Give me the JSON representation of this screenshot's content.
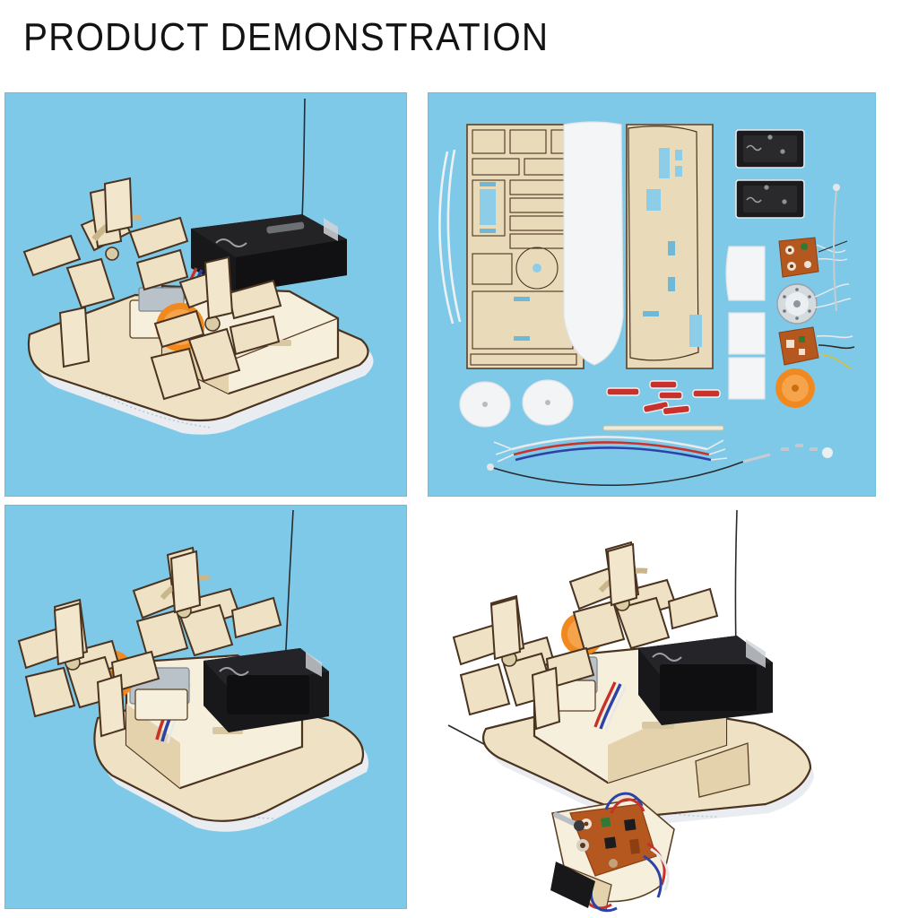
{
  "header": {
    "title": "PRODUCT DEMONSTRATION",
    "title_color": "#131313"
  },
  "layout": {
    "background": "#ffffff",
    "panel_background": "#7fc9e8",
    "panel_count": 4,
    "grid": "2x2"
  },
  "panels": [
    {
      "id": "panel-assembled-boat-angled",
      "position": "top-left",
      "background": "#7fc9e8",
      "caption": "Assembled wooden paddle-wheel boat, three-quarter view",
      "subject": "assembled-boat",
      "features": [
        "twin wooden paddle wheels",
        "black double-AA battery holder",
        "orange drive gear",
        "white foam hull",
        "thin wire antenna",
        "red and blue motor wires"
      ]
    },
    {
      "id": "panel-parts-kit",
      "position": "top-right",
      "background": "#7fc9e8",
      "caption": "Flat lay of all unassembled kit components",
      "subject": "parts-kit",
      "parts": [
        {
          "name": "laser-cut plywood sheet",
          "qty": 2,
          "color": "#e8d9b8"
        },
        {
          "name": "white foam hull blank",
          "qty": 1,
          "color": "#f2f4f6"
        },
        {
          "name": "battery holder",
          "qty": 2,
          "color": "#18181a"
        },
        {
          "name": "receiver circuit board",
          "qty": 1,
          "color": "#b4581f"
        },
        {
          "name": "transmitter circuit board",
          "qty": 1,
          "color": "#b4581f"
        },
        {
          "name": "dc motor",
          "qty": 1,
          "color": "#cfd4d8"
        },
        {
          "name": "orange pulley",
          "qty": 1,
          "color": "#f08a20"
        },
        {
          "name": "white plastic pulley",
          "qty": 2,
          "color": "#f4f6f7"
        },
        {
          "name": "foam strip",
          "qty": 4,
          "color": "#f2f4f6"
        },
        {
          "name": "red tube segment",
          "qty": 6,
          "color": "#c9322c"
        },
        {
          "name": "wooden dowel axle",
          "qty": 1,
          "color": "#efe2c4"
        },
        {
          "name": "colored wire bundle",
          "qty": 1,
          "color": "#3a3a8c"
        },
        {
          "name": "antenna wire",
          "qty": 2,
          "color": "#d8dce0"
        },
        {
          "name": "cable tie",
          "qty": 2,
          "color": "#f0f2f4"
        },
        {
          "name": "small screw",
          "qty": 3,
          "color": "#b9bfc4"
        }
      ]
    },
    {
      "id": "panel-assembled-boat-side",
      "position": "bottom-left",
      "background": "#7fc9e8",
      "caption": "Assembled boat seen from the paddle-wheel side",
      "subject": "assembled-boat",
      "features": [
        "twin wooden paddle wheels",
        "black double-AA battery holder",
        "orange drive gear",
        "white foam hull",
        "thin wire antenna"
      ]
    },
    {
      "id": "panel-boat-with-remote",
      "position": "bottom-right",
      "background": "#ffffff",
      "caption": "Finished boat together with the wooden remote controller",
      "subject": "boat-and-remote",
      "features": [
        "assembled boat with antenna",
        "wooden remote control base",
        "exposed copper circuit board",
        "red blue and white control wires",
        "black battery holder on remote"
      ]
    }
  ],
  "colors": {
    "panel_blue": "#7fc9e8",
    "wood": "#efe2c4",
    "wood_dark": "#e3d2ab",
    "burn_edge": "#3c2616",
    "foam_white": "#e9edf1",
    "battery_black": "#18181a",
    "gear_orange": "#f08a20",
    "pcb_copper": "#b4581f",
    "motor_silver": "#cfd4d8"
  }
}
